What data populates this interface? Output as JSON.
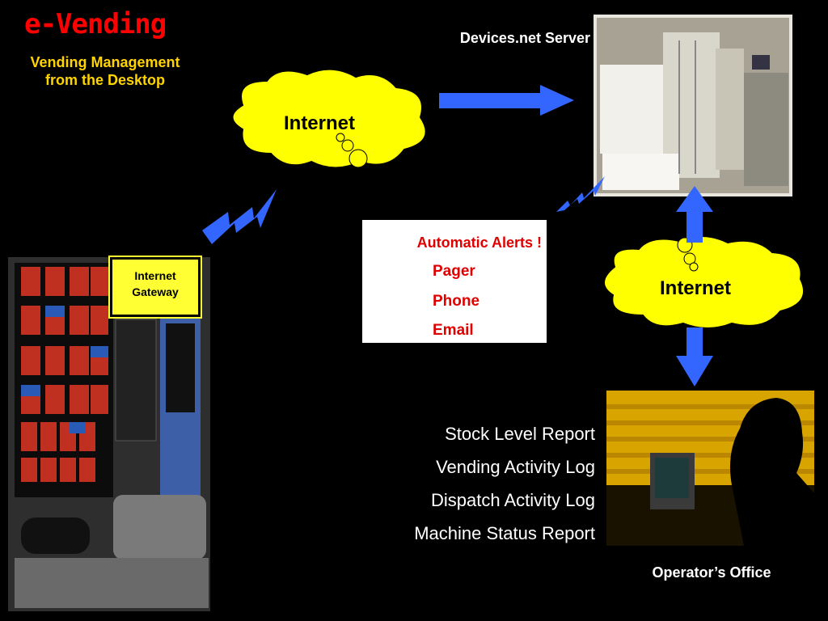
{
  "header": {
    "title": "e-Vending",
    "subtitle_line1": "Vending Management",
    "subtitle_line2": "from the Desktop"
  },
  "nodes": {
    "server_label": "Devices.net Server",
    "cloud_top": "Internet",
    "cloud_right": "Internet",
    "gateway_line1": "Internet",
    "gateway_line2": "Gateway",
    "office_label": "Operator’s Office"
  },
  "alerts": {
    "title": "Automatic Alerts !",
    "items": [
      "Pager",
      "Phone",
      "Email"
    ]
  },
  "reports": [
    "Stock Level Report",
    "Vending Activity Log",
    "Dispatch Activity Log",
    "Machine Status Report"
  ],
  "colors": {
    "background": "#000000",
    "title": "#ff0000",
    "subtitle": "#ffd400",
    "cloud": "#ffff00",
    "arrow": "#3366ff",
    "alert_text": "#e00000"
  }
}
